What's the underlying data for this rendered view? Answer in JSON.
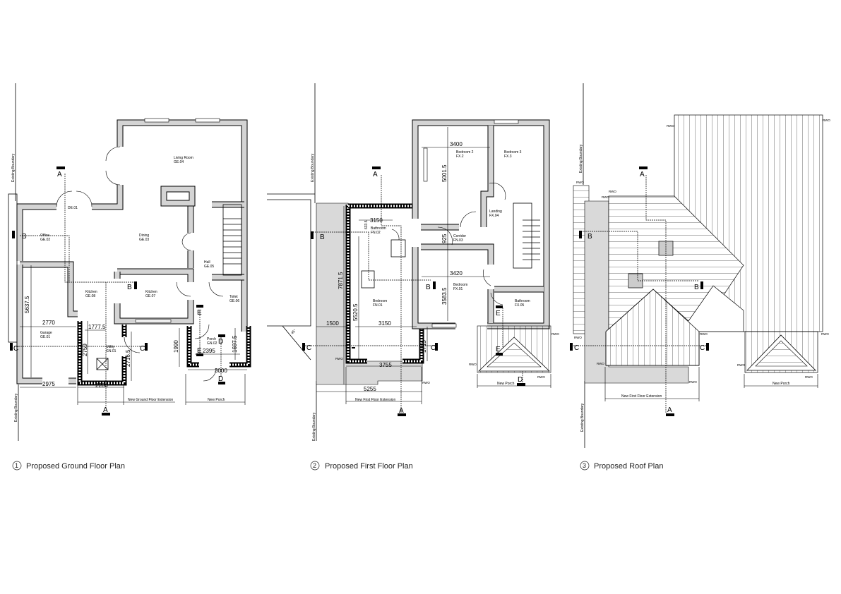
{
  "plans": [
    {
      "number": "1",
      "caption": "Proposed Ground Floor Plan",
      "rooms": [
        {
          "name": "Living Room",
          "code": "GE.04"
        },
        {
          "name": "Office",
          "code": "GE.02"
        },
        {
          "name": "Dining",
          "code": "GE.03"
        },
        {
          "name": "Hall",
          "code": "GE.05"
        },
        {
          "name": "Kitchen",
          "code": "GE.08"
        },
        {
          "name": "Kitchen",
          "code": "GE.07"
        },
        {
          "name": "Toilet",
          "code": "GE.06"
        },
        {
          "name": "Garage",
          "code": "GE.01"
        },
        {
          "name": "Utility",
          "code": "GN.01"
        },
        {
          "name": "Porch",
          "code": "GN.02"
        }
      ],
      "door_tag": "DE.01",
      "dimensions": [
        "5637.5",
        "2770",
        "1777.5",
        "2759",
        "2716.5",
        "2975",
        "2280",
        "1990",
        "2395",
        "1697.5",
        "3000"
      ],
      "annotations": {
        "boundary": "Existing Boundary",
        "extension": "New Ground Floor Extension",
        "porch": "New Porch"
      }
    },
    {
      "number": "2",
      "caption": "Proposed First Floor Plan",
      "rooms": [
        {
          "name": "Bedroom 2",
          "code": "FX.2"
        },
        {
          "name": "Bedroom 3",
          "code": "FX.3"
        },
        {
          "name": "Landing",
          "code": "FX.04"
        },
        {
          "name": "Corridor",
          "code": "FN.03"
        },
        {
          "name": "Bathroom",
          "code": "FN.02"
        },
        {
          "name": "Bedroom",
          "code": "FX.01"
        },
        {
          "name": "Bathroom",
          "code": "FX.05"
        },
        {
          "name": "Bedroom",
          "code": "FN.01"
        }
      ],
      "dimensions": [
        "3400",
        "5001.5",
        "3150",
        "633.5",
        "925",
        "3420",
        "3583.5",
        "7871.5",
        "5520.5",
        "1500",
        "3150",
        "1715",
        "3755",
        "5255"
      ],
      "angle": "45°",
      "annotations": {
        "boundary": "Existing Boundary",
        "extension": "New First Floor Extension",
        "porch": "New Porch",
        "rwo": "RWO"
      }
    },
    {
      "number": "3",
      "caption": "Proposed Roof Plan",
      "annotations": {
        "boundary": "Existing Boundary",
        "extension": "New First Floor Extension",
        "porch": "New Porch",
        "rwo": "RWO"
      }
    }
  ],
  "section_markers": {
    "a": "A",
    "b": "B",
    "c": "C",
    "d": "D",
    "e": "E"
  }
}
